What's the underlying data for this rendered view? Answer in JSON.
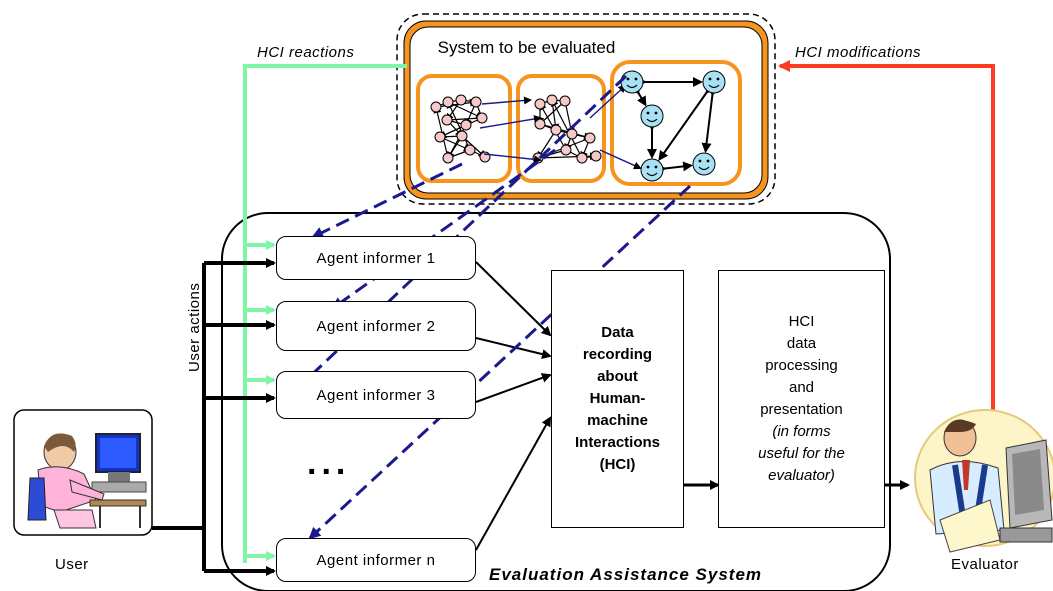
{
  "system": {
    "title": "System to be evaluated"
  },
  "arrows": {
    "hci_reactions": "HCI reactions",
    "hci_modifications": "HCI modifications",
    "user_actions": "User actions"
  },
  "agents": [
    "Agent informer 1",
    "Agent informer 2",
    "Agent informer 3",
    "Agent informer n"
  ],
  "ellipsis": "...",
  "data_recording": {
    "lines": [
      "Data",
      "recording",
      "about",
      "Human-",
      "machine",
      "Interactions",
      "(HCI)"
    ]
  },
  "hci_processing": {
    "lines": [
      "HCI",
      "data",
      "processing",
      "and",
      "presentation"
    ],
    "italic_lines": [
      "(in forms",
      "useful for the",
      "evaluator)"
    ]
  },
  "eas_title": "Evaluation Assistance System",
  "user_label": "User",
  "evaluator_label": "Evaluator",
  "colors": {
    "reactions_arrow": "#7ff5a8",
    "modifications_arrow": "#ff3b1f",
    "dashed_arrow": "#1a1a8c",
    "orange_frame": "#f7941d",
    "agent_face": "#a8e0f4"
  }
}
